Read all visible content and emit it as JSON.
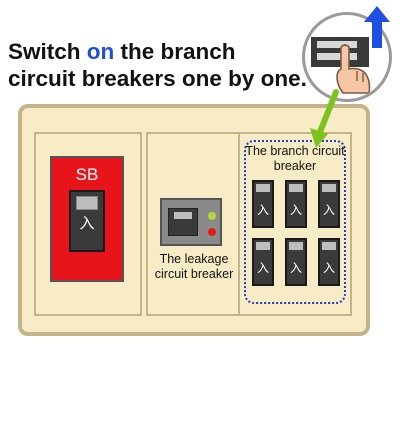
{
  "headline": {
    "before": "Switch ",
    "highlight": "on",
    "after": " the branch circuit breakers one by one."
  },
  "panel": {
    "sb": {
      "label": "SB",
      "switch_mark": "入"
    },
    "leakage": {
      "caption": "The leakage circuit breaker"
    },
    "branch": {
      "caption": "The branch circuit breaker",
      "switches": [
        "入",
        "入",
        "入",
        "入",
        "入",
        "入"
      ]
    }
  },
  "colors": {
    "highlight": "#1e4fd6",
    "sb_red": "#e8141c",
    "panel": "#f7ecc6",
    "dotted_outline": "#1e3ec8",
    "arrow_green": "#7dc31e",
    "up_arrow_blue": "#1f4fe0"
  },
  "icons": {
    "zoom": "hand-pressing-switch-icon",
    "up": "up-arrow-icon",
    "pointer": "green-arrow-icon"
  }
}
